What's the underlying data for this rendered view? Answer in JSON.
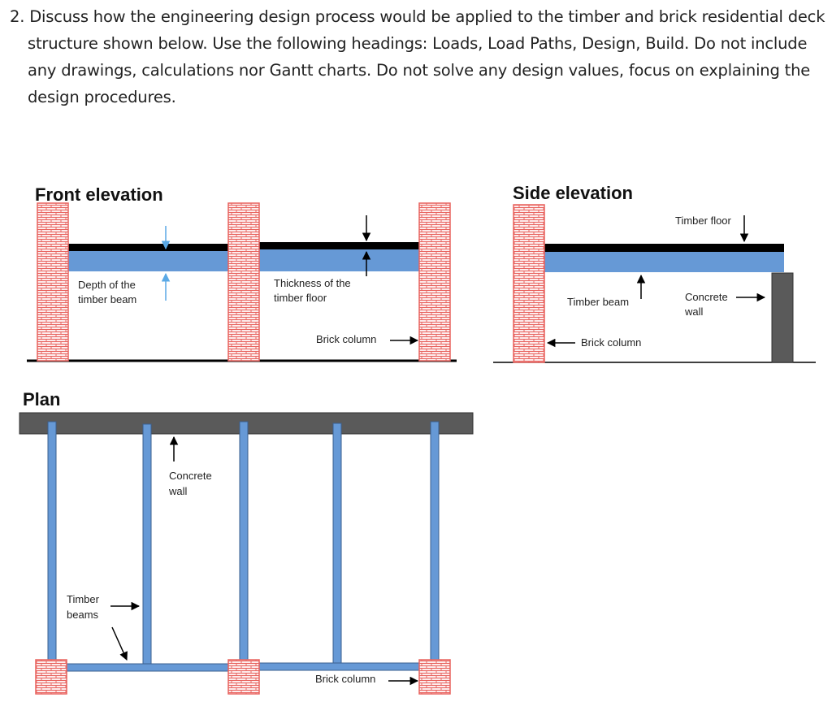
{
  "question": {
    "lines": [
      "2. Discuss how the engineering design process would be applied to the timber and brick residential deck",
      "structure shown below. Use the following headings: Loads, Load Paths, Design, Build.  Do not include",
      "any drawings, calculations nor Gantt charts. Do not solve any design values, focus on explaining the",
      "design procedures."
    ]
  },
  "front": {
    "title": "Front elevation",
    "depth_label_1": "Depth of the",
    "depth_label_2": "timber beam",
    "thickness_label_1": "Thickness of the",
    "thickness_label_2": "timber floor",
    "brick_label": "Brick column"
  },
  "side": {
    "title": "Side elevation",
    "floor_label": "Timber floor",
    "beam_label": "Timber beam",
    "wall_label_1": "Concrete",
    "wall_label_2": "wall",
    "brick_label": "Brick column"
  },
  "plan": {
    "title": "Plan",
    "wall_label_1": "Concrete",
    "wall_label_2": "wall",
    "beams_label_1": "Timber",
    "beams_label_2": "beams",
    "brick_label": "Brick column"
  },
  "colors": {
    "timber": "#6699d6",
    "timber_edge": "#3a5f8f",
    "brick": "#e8635f",
    "brick_fill": "#fdecec",
    "floor": "#000000",
    "concrete": "#5a5a5a",
    "arrow_blue": "#5aa9e6"
  }
}
